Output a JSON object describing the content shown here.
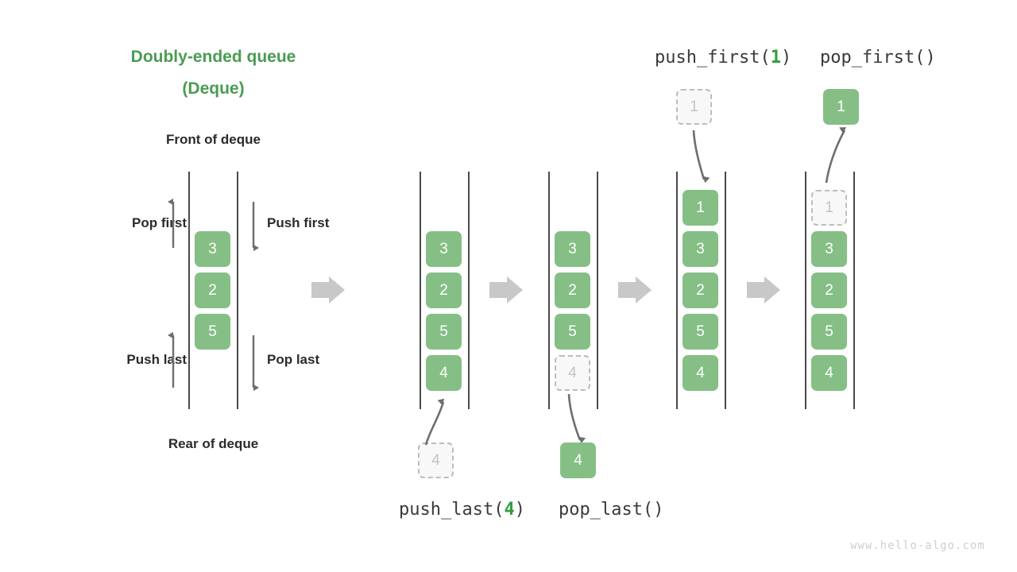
{
  "title": {
    "line1": "Doubly-ended queue",
    "line2": "(Deque)"
  },
  "labels": {
    "front": "Front of deque",
    "rear": "Rear of deque",
    "pop_first": "Pop first",
    "push_first": "Push first",
    "push_last": "Push last",
    "pop_last": "Pop last"
  },
  "operations": {
    "push_last": {
      "prefix": "push_last(",
      "arg": "4",
      "suffix": ")"
    },
    "pop_last": {
      "prefix": "pop_last()",
      "arg": "",
      "suffix": ""
    },
    "push_first": {
      "prefix": "push_first(",
      "arg": "1",
      "suffix": ")"
    },
    "pop_first": {
      "prefix": "pop_first()",
      "arg": "",
      "suffix": ""
    }
  },
  "deques": [
    {
      "name": "initial",
      "cells": [
        "3",
        "2",
        "5"
      ],
      "ghost_index": -1
    },
    {
      "name": "after-push-last",
      "cells": [
        "3",
        "2",
        "5",
        "4"
      ],
      "ghost_index": -1
    },
    {
      "name": "before-pop-last",
      "cells": [
        "3",
        "2",
        "5",
        "4"
      ],
      "ghost_index": 3
    },
    {
      "name": "after-push-first",
      "cells": [
        "1",
        "3",
        "2",
        "5",
        "4"
      ],
      "ghost_index": -1
    },
    {
      "name": "before-pop-first",
      "cells": [
        "1",
        "3",
        "2",
        "5",
        "4"
      ],
      "ghost_index": 0
    }
  ],
  "floating_cells": {
    "push_last_source": {
      "value": "4",
      "style": "ghost"
    },
    "pop_last_result": {
      "value": "4",
      "style": "solid"
    },
    "push_first_source": {
      "value": "1",
      "style": "ghost"
    },
    "pop_first_result": {
      "value": "1",
      "style": "solid"
    }
  },
  "watermark": "www.hello-algo.com",
  "colors": {
    "brand_green": "#4a9c51",
    "cell_green": "#85bf85",
    "ghost_fill": "#f8f8f8",
    "ghost_border": "#bdbdbd",
    "rail": "#4a4a4a",
    "flow_arrow": "#c8c8c8",
    "thin_arrow": "#6e6e6e",
    "text_dark": "#2b2b2b",
    "watermark": "#cfcfcf"
  }
}
